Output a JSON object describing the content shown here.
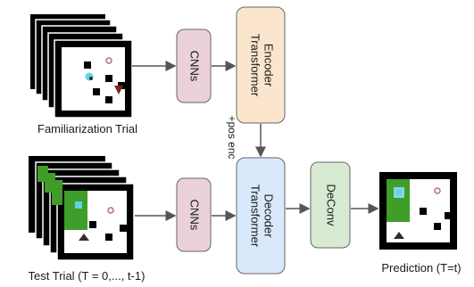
{
  "diagram": {
    "familiarization_label": "Familiarization Trial",
    "test_label": "Test Trial (T = 0,..., t-1)",
    "prediction_label": "Prediction (T=t)",
    "cnn_top_label": "CNNs",
    "cnn_bottom_label": "CNNs",
    "encoder_line1": "Transformer",
    "encoder_line2": "Encoder",
    "decoder_line1": "Transformer",
    "decoder_line2": "Decoder",
    "deconv_label": "DeConv",
    "pos_enc_label": "+pos enc"
  },
  "colors": {
    "cnn_fill": "#ead1dc",
    "encoder_fill": "#fce5cd",
    "decoder_fill": "#dae8fc",
    "deconv_fill": "#d9ead3",
    "box_stroke": "#666666",
    "arrow": "#555555",
    "frame": "#000000",
    "trail_green": "#3f9d2a",
    "agent_cyan": "#5fd3e6",
    "goal_brown": "#7a2a1a"
  }
}
